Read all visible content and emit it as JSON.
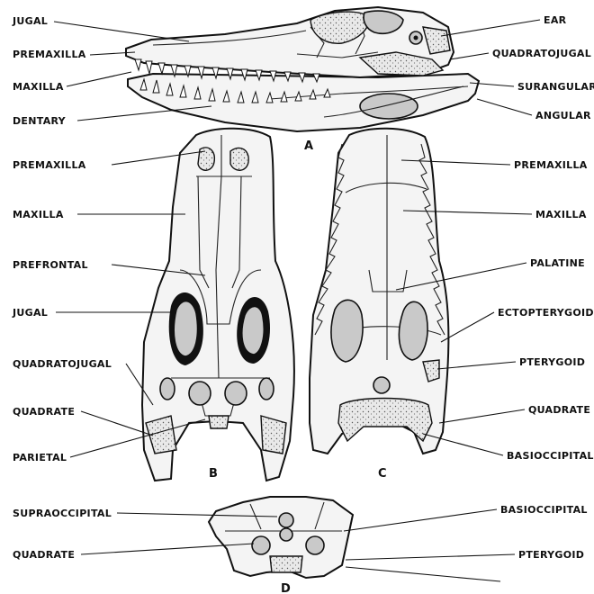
{
  "view_letters": {
    "a": "A",
    "b": "B",
    "c": "C",
    "d": "D"
  },
  "labels": {
    "jugal_a": "JUGAL",
    "premaxilla_a": "PREMAXILLA",
    "maxilla_a": "MAXILLA",
    "dentary": "DENTARY",
    "ear": "EAR",
    "quadratojugal_a": "QUADRATOJUGAL",
    "surangular": "SURANGULAR",
    "angular": "ANGULAR",
    "premaxilla_b": "PREMAXILLA",
    "maxilla_b": "MAXILLA",
    "prefrontal": "PREFRONTAL",
    "jugal_b": "JUGAL",
    "quadratojugal_b": "QUADRATOJUGAL",
    "quadrate_b": "QUADRATE",
    "parietal": "PARIETAL",
    "premaxilla_c": "PREMAXILLA",
    "maxilla_c": "MAXILLA",
    "palatine": "PALATINE",
    "ectopterygoid": "ECTOPTERYGOID",
    "pterygoid_c": "PTERYGOID",
    "quadrate_c": "QUADRATE",
    "basioccipital_c": "BASIOCCIPITAL",
    "supraoccipital": "SUPRAOCCIPITAL",
    "quadrate_d": "QUADRATE",
    "basioccipital_d": "BASIOCCIPITAL",
    "pterygoid_d": "PTERYGOID"
  }
}
